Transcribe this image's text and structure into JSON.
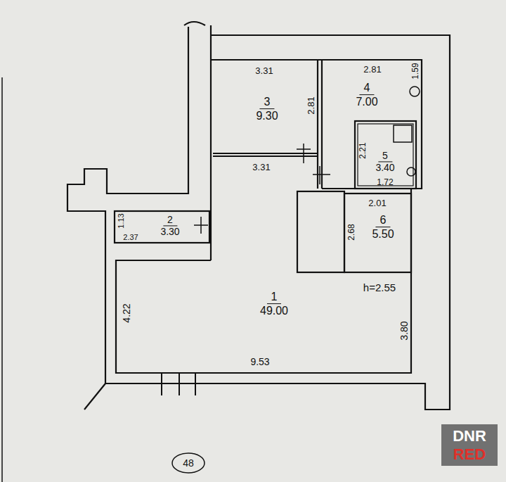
{
  "diagram": {
    "nodes": [
      {
        "text": [
          "1",
          "49.00"
        ]
      },
      {
        "text": [
          "2",
          "3.30"
        ]
      },
      {
        "text": [
          "3",
          "9.30"
        ]
      },
      {
        "text": [
          "4",
          "7.00"
        ]
      },
      {
        "text": [
          "5",
          "3.40"
        ]
      },
      {
        "text": [
          "6",
          "5.50"
        ]
      }
    ],
    "labels": [
      "3.31",
      "2.81",
      "2.81",
      "1.59",
      "3.31",
      "2.21",
      "1.72",
      "2.01",
      "2.68",
      "1.13",
      "2.37",
      "h=2.55",
      "4.22",
      "9.53",
      "3.80",
      "48",
      "DNR",
      "RED"
    ]
  }
}
